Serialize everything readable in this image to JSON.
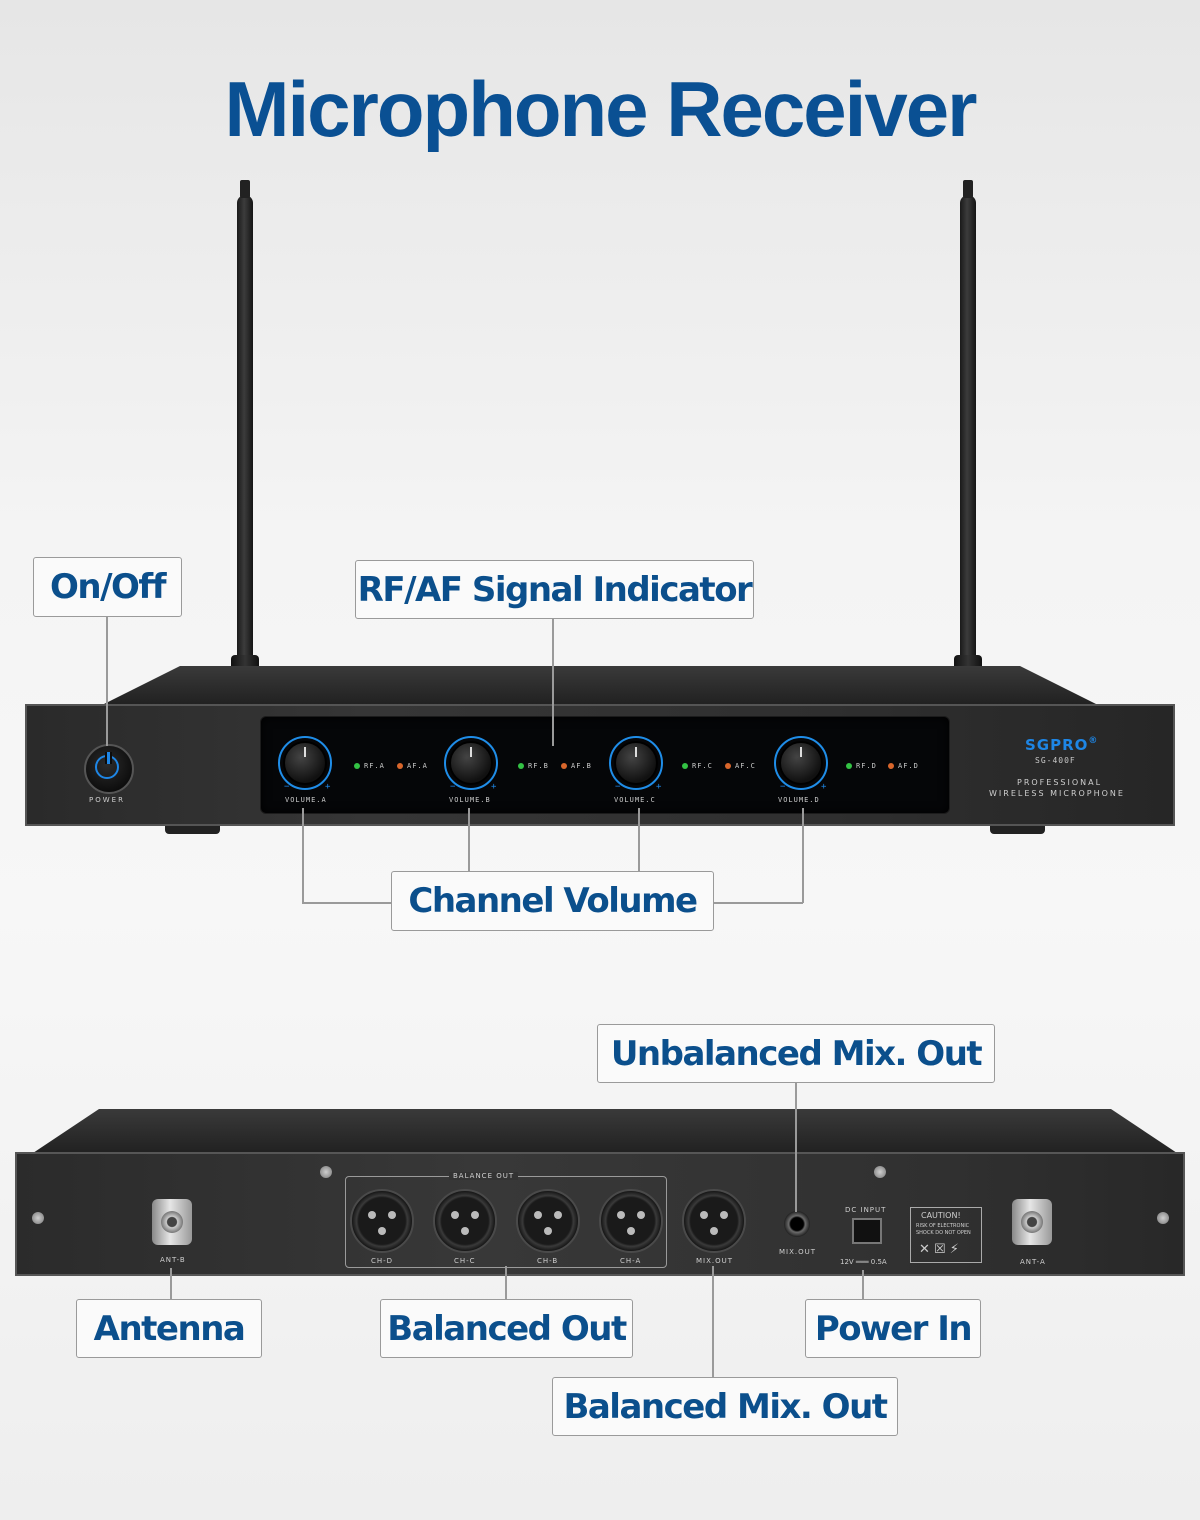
{
  "title": "Microphone Receiver",
  "colors": {
    "title": "#0a5093",
    "callout_text": "#0b4f8c",
    "callout_border": "#9a9a9a",
    "led_rf": "#33c244",
    "led_af": "#d9662b",
    "accent_blue": "#1e86e5"
  },
  "callouts": {
    "on_off": "On/Off",
    "rf_af_signal": "RF/AF Signal Indicator",
    "channel_volume": "Channel Volume",
    "unbalanced_mix_out": "Unbalanced Mix. Out",
    "antenna": "Antenna",
    "balanced_out": "Balanced Out",
    "power_in": "Power In",
    "balanced_mix_out": "Balanced Mix. Out"
  },
  "front_panel": {
    "power_label": "POWER",
    "brand": "SGPRO",
    "brand_mark": "®",
    "model": "SG-400F",
    "tagline_1": "PROFESSIONAL",
    "tagline_2": "WIRELESS MICROPHONE",
    "channels": [
      {
        "volume_label": "VOLUME.A",
        "rf": "RF.A",
        "af": "AF.A"
      },
      {
        "volume_label": "VOLUME.B",
        "rf": "RF.B",
        "af": "AF.B"
      },
      {
        "volume_label": "VOLUME.C",
        "rf": "RF.C",
        "af": "AF.C"
      },
      {
        "volume_label": "VOLUME.D",
        "rf": "RF.D",
        "af": "AF.D"
      }
    ],
    "knob_minus": "−",
    "knob_plus": "+"
  },
  "rear_panel": {
    "ant_b": "ANT-B",
    "ant_a": "ANT-A",
    "balance_out": "BALANCE OUT",
    "outputs": [
      "CH-D",
      "CH-C",
      "CH-B",
      "CH-A"
    ],
    "mix_out_xlr": "MIX.OUT",
    "mix_out_jack": "MIX.OUT",
    "dc_input": "DC INPUT",
    "dc_rating": "12V ═══ 0.5A",
    "caution_title": "CAUTION!",
    "caution_text_1": "RISK OF ELECTRONIC",
    "caution_text_2": "SHOCK DO NOT OPEN"
  }
}
